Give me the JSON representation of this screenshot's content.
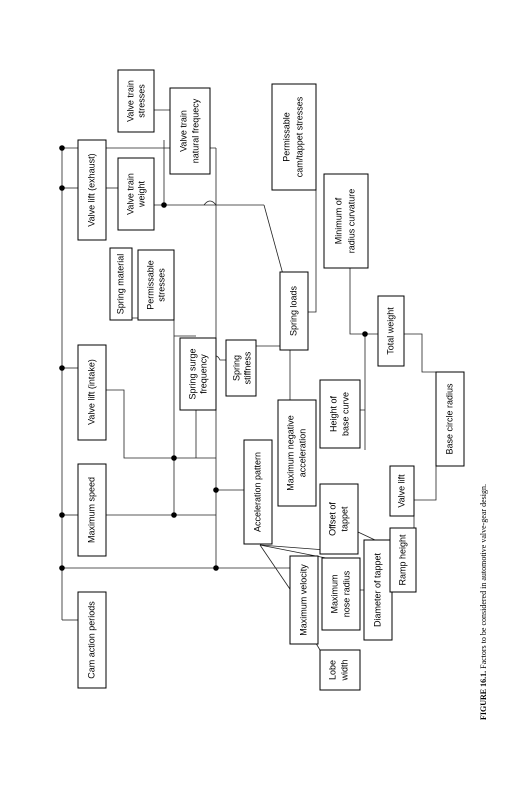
{
  "nodes": {
    "cam_action_periods": "Cam action periods",
    "maximum_speed": "Maximum speed",
    "valve_lift_intake": "Valve lift (intake)",
    "valve_lift_exhaust": "Valve lift (exhaust)",
    "valve_train_stresses": [
      "Valve train",
      "stresses"
    ],
    "valve_train_natural_frequency": [
      "Valve train",
      "natural frequecy"
    ],
    "valve_train_weight": [
      "Valve train",
      "weight"
    ],
    "spring_material": "Spring material",
    "permissable_stresses": [
      "Permissable",
      "stresses"
    ],
    "spring_surge_frequency": [
      "Spring surge",
      "frequency"
    ],
    "spring_stiffness": [
      "Spring",
      "stiffness"
    ],
    "spring_loads": "Spring loads",
    "permissable_cam_tappet_stresses": [
      "Permissable",
      "cam/tappet stresses"
    ],
    "minimum_radius_curvature": [
      "Minimum of",
      "radius curvature"
    ],
    "total_weight": "Total weight",
    "acceleration_pattern": "Acceleration pattern",
    "maximum_negative_acceleration": [
      "Maximum negative",
      "acceleration"
    ],
    "height_of_base_curve": [
      "Height of",
      "base curve"
    ],
    "base_circle_radius": "Base circle radius",
    "valve_lift": "Valve lift",
    "offset_of_tappet": [
      "Offset of",
      "tappet"
    ],
    "maximum_velocity": "Maximum velocity",
    "maximum_nose_radius": [
      "Maximum",
      "nose radius"
    ],
    "diameter_of_tappet": "Diameter of tappet",
    "ramp_height": "Ramp height",
    "lobe_width": [
      "Lobe",
      "width"
    ]
  },
  "caption": {
    "label": "FIGURE 16.1.",
    "text": "Factors to be considered in automotive valve-gear design."
  }
}
